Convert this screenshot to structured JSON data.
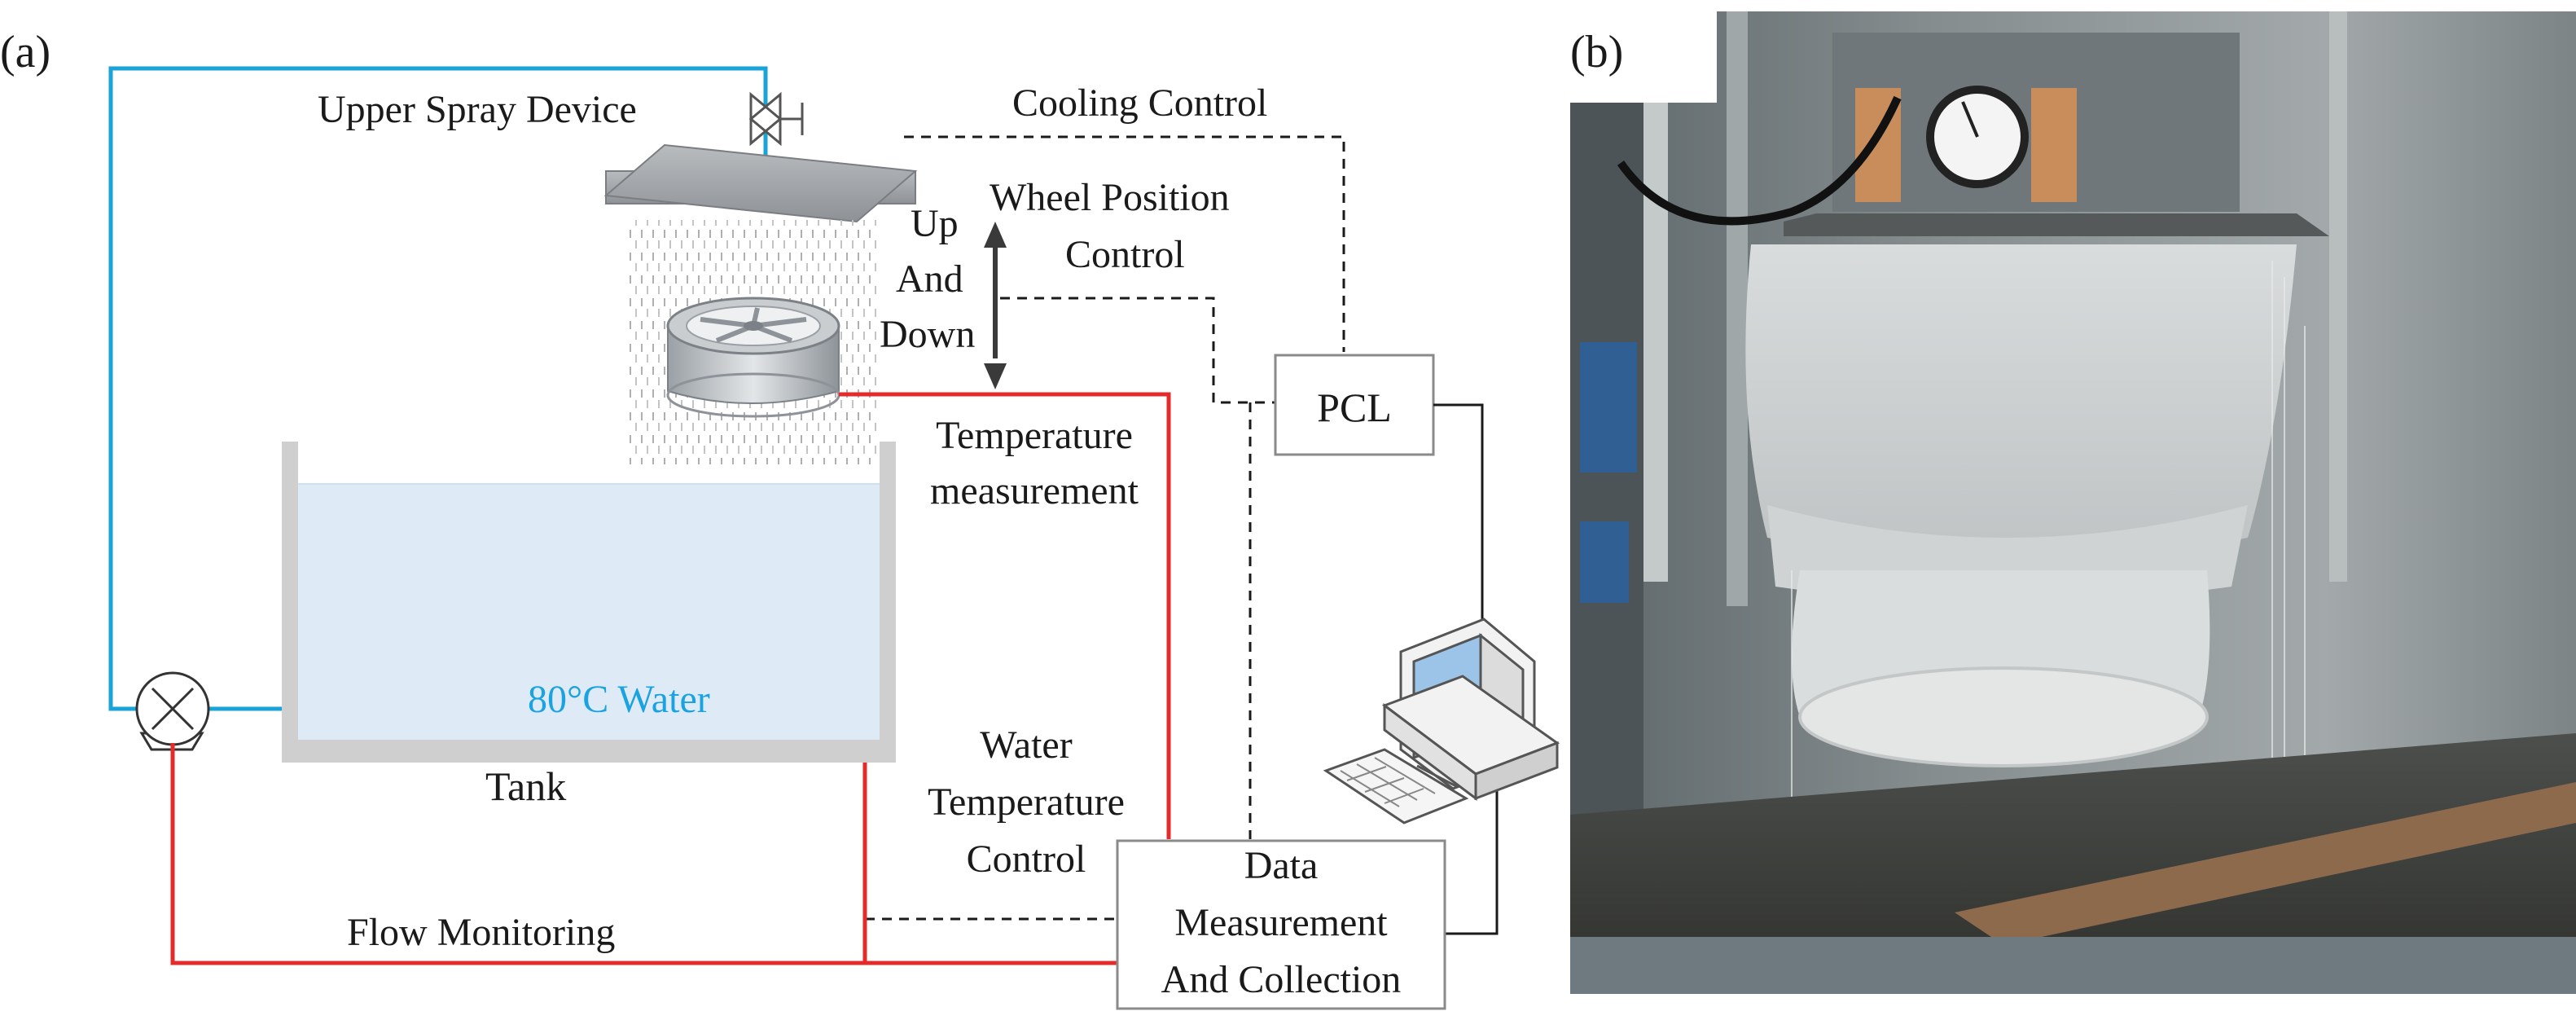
{
  "panels": {
    "a_label": "(a)",
    "b_label": "(b)"
  },
  "labels": {
    "upper_spray_device": "Upper Spray Device",
    "cooling_control": "Cooling Control",
    "up": "Up",
    "and": "And",
    "down": "Down",
    "wheel_position_1": "Wheel Position",
    "wheel_position_2": "Control",
    "pcl": "PCL",
    "temp_meas_1": "Temperature",
    "temp_meas_2": "measurement",
    "water": "80°C Water",
    "tank": "Tank",
    "water_temp_1": "Water",
    "water_temp_2": "Temperature",
    "water_temp_3": "Control",
    "flow_monitoring": "Flow Monitoring",
    "dmc_1": "Data",
    "dmc_2": "Measurement",
    "dmc_3": "And Collection"
  },
  "colors": {
    "water_pipe": "#1aa3d9",
    "signal_wire": "#e32b2b",
    "water_text": "#1aa3e0",
    "water_fill": "#deebf7",
    "tank_wall": "#cfcfcf"
  }
}
